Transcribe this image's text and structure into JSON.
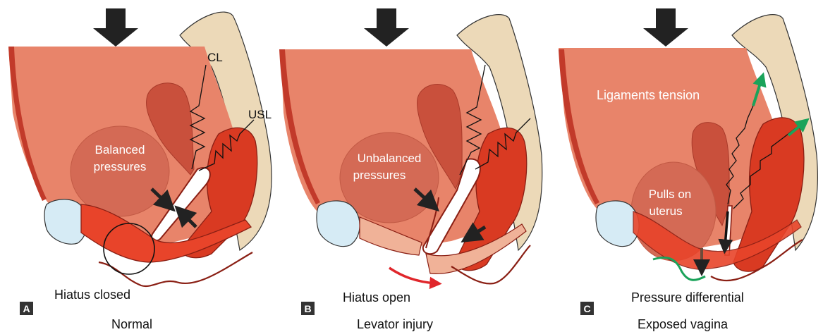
{
  "panels": [
    {
      "letter": "A",
      "caption": "Normal",
      "annotations": {
        "hiatus": "Hiatus closed",
        "pressure_line1": "Balanced",
        "pressure_line2": "pressures",
        "ligament_cl": "CL",
        "ligament_usl": "USL"
      }
    },
    {
      "letter": "B",
      "caption": "Levator injury",
      "annotations": {
        "hiatus": "Hiatus open",
        "pressure_line1": "Unbalanced",
        "pressure_line2": "pressures"
      }
    },
    {
      "letter": "C",
      "caption": "Exposed vagina",
      "annotations": {
        "hiatus": "Pressure differential",
        "pull_line1": "Pulls on",
        "pull_line2": "uterus",
        "tension": "Ligaments tension"
      }
    }
  ],
  "colors": {
    "abdomen": "#e8846a",
    "abdomen_edge": "#c23a2a",
    "sacrum": "#ecd9b8",
    "uterus": "#c9503c",
    "vagina_muscle": "#d93a22",
    "pubis": "#d6ebf5",
    "pressure_zone": "#d46a55",
    "arrow_dark": "#222222",
    "arrow_green": "#1aa35a",
    "arrow_red": "#e0262b",
    "badge": "#333333"
  }
}
